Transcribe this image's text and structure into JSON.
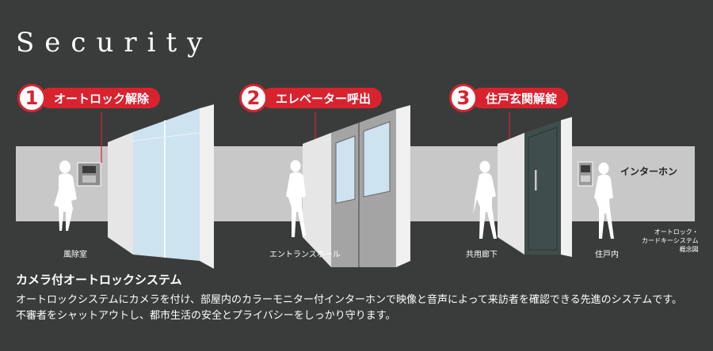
{
  "title": "Security",
  "steps": [
    {
      "number": "1",
      "label": "オートロック解除"
    },
    {
      "number": "2",
      "label": "エレベーター呼出"
    },
    {
      "number": "3",
      "label": "住戸玄関解錠"
    }
  ],
  "places": {
    "windbreak": "風除室",
    "entrance_hall": "エントランスホール",
    "corridor": "共用廊下",
    "dwelling": "住戸内"
  },
  "intercom_label": "インターホン",
  "note_lines": [
    "オートロック・",
    "カードキーシステム",
    "概念図"
  ],
  "subheading": "カメラ付オートロックシステム",
  "description_lines": [
    "オートロックシステムにカメラを付け、部屋内のカラーモニター付インターホンで映像と音声によって来訪者を確認できる先進のシステムです。",
    "不審者をシャットアウトし、都市生活の安全とプライバシーをしっかり守ります。"
  ],
  "colors": {
    "background": "#3a3c3c",
    "accent": "#d8232f",
    "wall": "#c8c8c8",
    "glass": "#cde3f0",
    "door": "#3f4d4c"
  }
}
